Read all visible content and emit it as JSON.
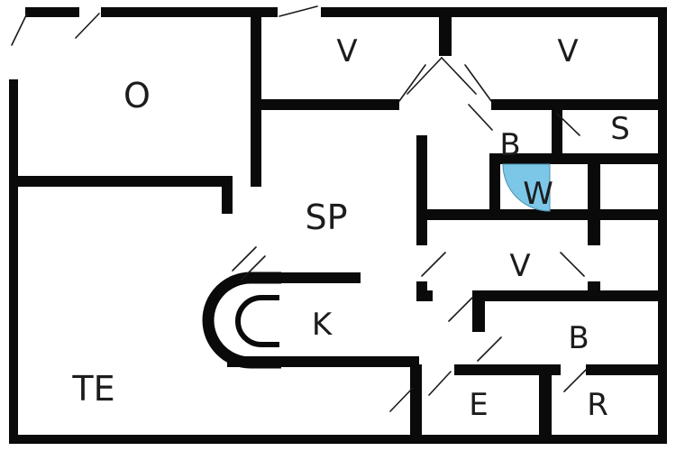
{
  "colors": {
    "background": "#ffffff",
    "wall": "#0a0a0a",
    "label": "#1c1c1c",
    "door_arc_fill": "#7cc7e8",
    "door_arc_stroke": "#4d90b0"
  },
  "rooms": [
    {
      "label": "O"
    },
    {
      "label": "V"
    },
    {
      "label": "V"
    },
    {
      "label": "S"
    },
    {
      "label": "B"
    },
    {
      "label": "W"
    },
    {
      "label": "SP"
    },
    {
      "label": "V"
    },
    {
      "label": "K"
    },
    {
      "label": "B"
    },
    {
      "label": "TE"
    },
    {
      "label": "E"
    },
    {
      "label": "R"
    }
  ]
}
